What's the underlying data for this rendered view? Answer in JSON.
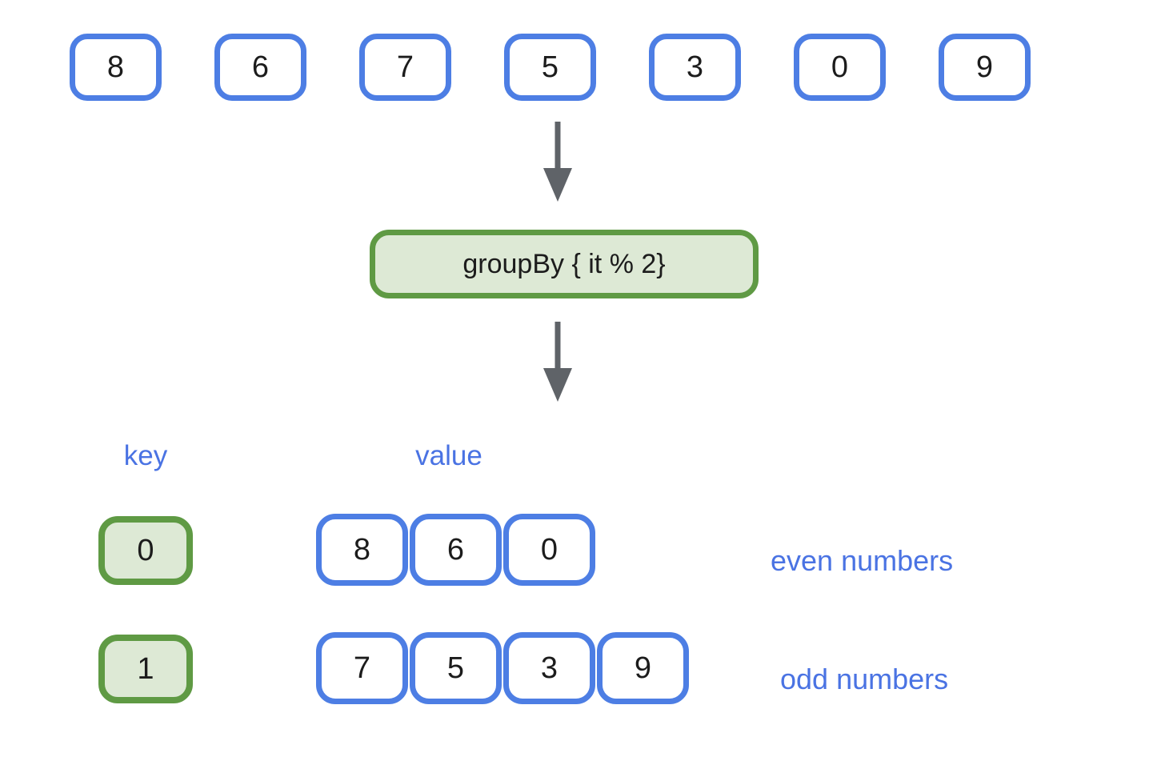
{
  "colors": {
    "blue": "#4d7ee4",
    "blue_text": "#4a73e3",
    "green": "#5f9a44",
    "green_fill": "#dde9d5",
    "arrow": "#5f6368",
    "ink": "#1c1c1c",
    "bg": "#ffffff"
  },
  "input_row": {
    "values": [
      "8",
      "6",
      "7",
      "5",
      "3",
      "0",
      "9"
    ]
  },
  "operation": {
    "label": "groupBy { it % 2}"
  },
  "icons": {
    "arrow_1": "down-arrow",
    "arrow_2": "down-arrow"
  },
  "result": {
    "key_header": "key",
    "value_header": "value",
    "groups": [
      {
        "key": "0",
        "values": [
          "8",
          "6",
          "0"
        ],
        "label": "even numbers"
      },
      {
        "key": "1",
        "values": [
          "7",
          "5",
          "3",
          "9"
        ],
        "label": "odd numbers"
      }
    ]
  }
}
